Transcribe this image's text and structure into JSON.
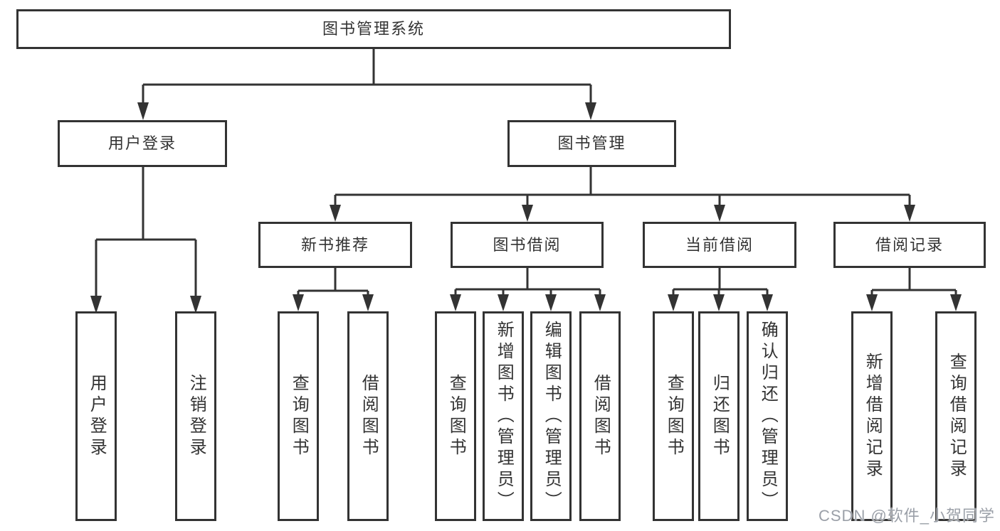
{
  "diagram": {
    "type": "hierarchy-tree",
    "title": "图书管理系统"
  },
  "tree": {
    "root": {
      "label": "图书管理系统",
      "children": [
        {
          "label": "用户登录",
          "children": [
            {
              "label": "用户登录"
            },
            {
              "label": "注销登录"
            }
          ]
        },
        {
          "label": "图书管理",
          "children": [
            {
              "label": "新书推荐",
              "children": [
                {
                  "label": "查询图书"
                },
                {
                  "label": "借阅图书"
                }
              ]
            },
            {
              "label": "图书借阅",
              "children": [
                {
                  "label": "查询图书"
                },
                {
                  "label": "新增图书（管理员）"
                },
                {
                  "label": "编辑图书（管理员）"
                },
                {
                  "label": "借阅图书"
                }
              ]
            },
            {
              "label": "当前借阅",
              "children": [
                {
                  "label": "查询图书"
                },
                {
                  "label": "归还图书"
                },
                {
                  "label": "确认归还（管理员）"
                }
              ]
            },
            {
              "label": "借阅记录",
              "children": [
                {
                  "label": "新增借阅记录"
                },
                {
                  "label": "查询借阅记录"
                }
              ]
            }
          ]
        }
      ]
    }
  },
  "watermark": {
    "text": "CSDN @软件_小贺同学",
    "color": "#9ba0a8"
  },
  "colors": {
    "background": "#ffffff",
    "line": "#333333",
    "text": "#333333"
  }
}
